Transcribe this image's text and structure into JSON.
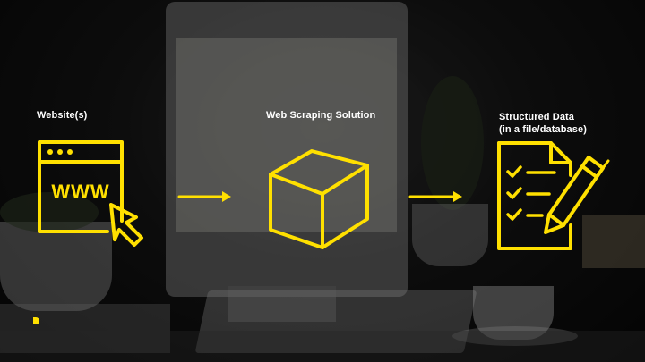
{
  "diagram": {
    "source_label": "Website(s)",
    "process_label": "Web Scraping Solution",
    "output_label_line1": "Structured Data",
    "output_label_line2": "(in a file/database)",
    "www_text": "WWW"
  },
  "colors": {
    "accent": "#FFE000",
    "text": "#FFFFFF",
    "background": "#0b0b0b"
  },
  "icons": {
    "source": "browser-window-cursor-icon",
    "process": "cube-icon",
    "output": "checklist-document-pencil-icon",
    "connector": "arrow-right-icon"
  }
}
